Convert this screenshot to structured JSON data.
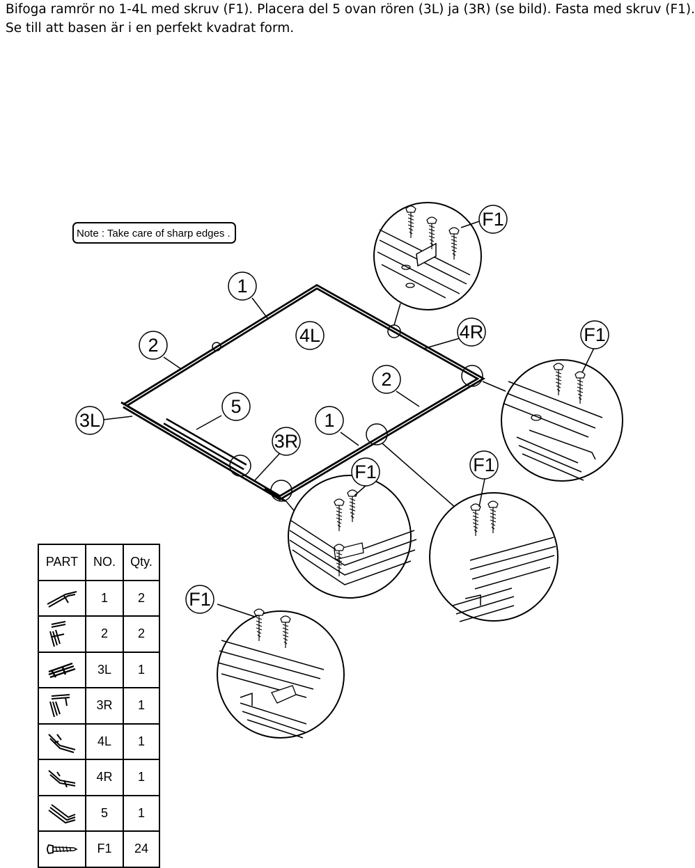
{
  "instructions": {
    "line1": "Bifoga ramrör no 1-4L med skruv (F1). Placera del 5 ovan rören (3L) ja (3R)  (se bild).  Fasta med skruv (F1).",
    "line2": "Se till att basen är i en perfekt kvadrat form."
  },
  "note": "Note : Take care of sharp edges .",
  "labels": {
    "part_1a": "1",
    "part_2a": "2",
    "part_4l": "4L",
    "part_4r": "4R",
    "part_2b": "2",
    "part_3l": "3L",
    "part_5": "5",
    "part_1b": "1",
    "part_3r": "3R",
    "f1_a": "F1",
    "f1_b": "F1",
    "f1_c": "F1",
    "f1_d": "F1",
    "f1_e": "F1"
  },
  "parts_table": {
    "headers": [
      "PART",
      "NO.",
      "Qty."
    ],
    "rows": [
      {
        "icon": "frame-tube-1-icon",
        "no": "1",
        "qty": "2"
      },
      {
        "icon": "frame-tube-2-icon",
        "no": "2",
        "qty": "2"
      },
      {
        "icon": "tube-3l-icon",
        "no": "3L",
        "qty": "1"
      },
      {
        "icon": "tube-3r-icon",
        "no": "3R",
        "qty": "1"
      },
      {
        "icon": "tube-4l-icon",
        "no": "4L",
        "qty": "1"
      },
      {
        "icon": "tube-4r-icon",
        "no": "4R",
        "qty": "1"
      },
      {
        "icon": "part-5-icon",
        "no": "5",
        "qty": "1"
      },
      {
        "icon": "screw-icon",
        "no": "F1",
        "qty": "24"
      }
    ]
  }
}
